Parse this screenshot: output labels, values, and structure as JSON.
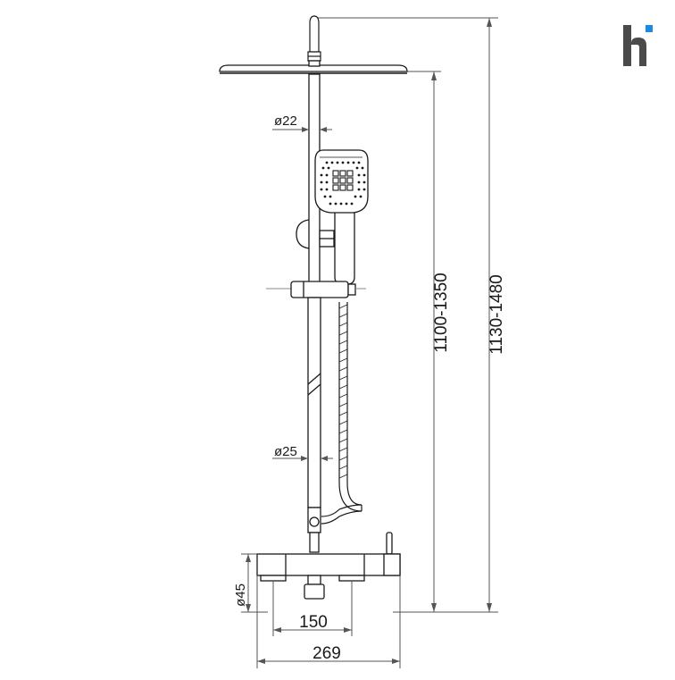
{
  "brand": {
    "logo_icon": "brand-h-logo-icon",
    "logo_color": "#4a4a4a",
    "accent_color": "#1e88e5"
  },
  "dimensions": {
    "rail_diameter_top": "ø22",
    "rail_diameter_bottom": "ø25",
    "height_adjustable": "1100-1350",
    "height_total": "1130-1480",
    "outlet_diameter": "ø45",
    "inlet_spacing": "150",
    "mixer_width": "269"
  },
  "colors": {
    "line": "#1a1a1a",
    "dimension_line": "#555555",
    "hidden_line": "#9a9a9a"
  }
}
